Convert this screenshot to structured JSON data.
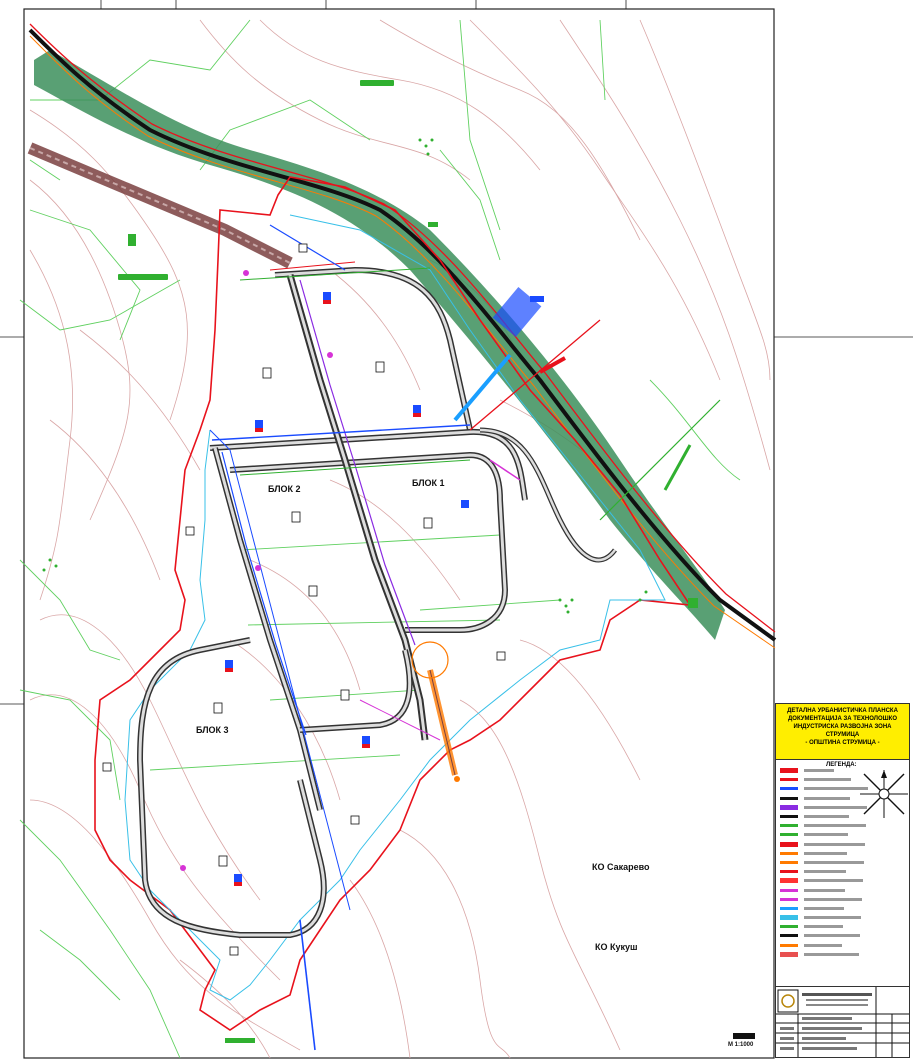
{
  "map": {
    "labels": {
      "block_1": "БЛОК 1",
      "block_2": "БЛОК 2",
      "block_3": "БЛОК 3",
      "note_1": "КО Сакарево",
      "note_2": "КО Кукуш"
    },
    "colors": {
      "boundary": "#e8121c",
      "road": "#111111",
      "water": "#1a4bff",
      "gas": "#8a2be2",
      "green_band": "#3c8f5c",
      "contour": "#d9a6a6",
      "cadastre": "#60d060",
      "river": "#38c0e8",
      "railway": "#7a4040",
      "legend_title_bg": "#ffee00"
    }
  },
  "legend": {
    "title": "ДЕТАЛНА УРБАНИСТИЧКА ПЛАНСКА ДОКУМЕНТАЦИЈА ЗА ТЕХНОЛОШКО ИНДУСТРИСКА РАЗВОЈНА ЗОНА СТРУМИЦА",
    "subtitle": "- ОПШТИНА СТРУМИЦА -",
    "heading": "ЛЕГЕНДА:",
    "north_icon": "north-arrow-icon",
    "item_colors": [
      "#e8121c",
      "#e8121c",
      "#1a4bff",
      "#111111",
      "#8a2be2",
      "#111111",
      "#30b030",
      "#30b030",
      "#e8121c",
      "#ff7a00",
      "#ff7a00",
      "#e8121c",
      "#ff3333",
      "#d633d6",
      "#d633d6",
      "#1a9fff",
      "#38c0e8",
      "#30b030",
      "#111111",
      "#ff7a00",
      "#e85050"
    ]
  },
  "scale": "М 1:1000"
}
